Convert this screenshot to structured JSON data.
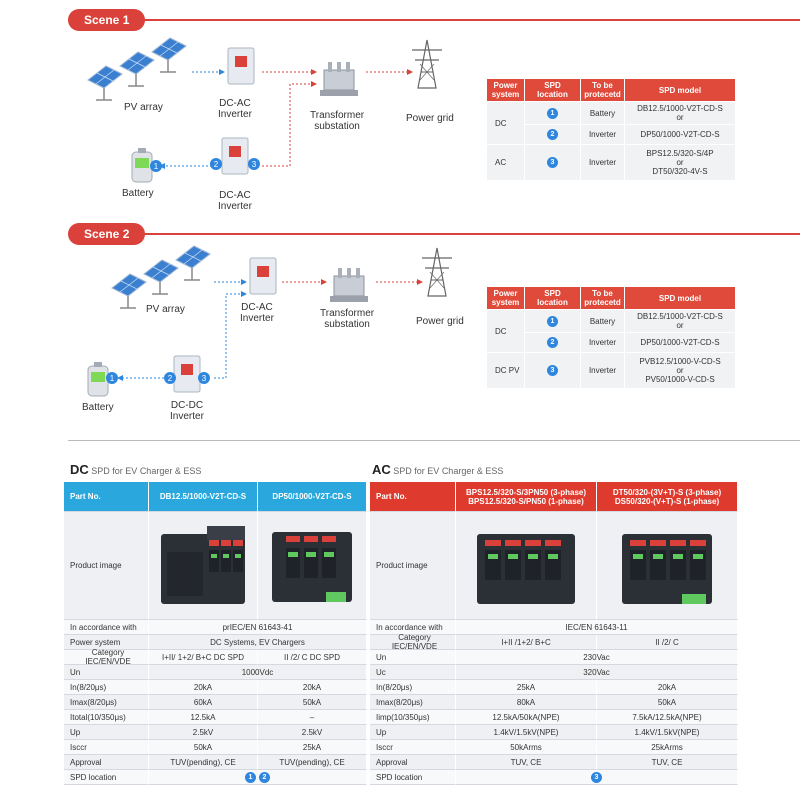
{
  "scene1": {
    "title": "Scene 1",
    "labels": {
      "pv": "PV array",
      "inverter": "DC-AC\nInverter",
      "transformer": "Transformer\nsubstation",
      "grid": "Power grid",
      "battery": "Battery",
      "inverter2": "DC-AC\nInverter"
    },
    "table": {
      "headers": [
        "Power system",
        "SPD location",
        "To be protecetd",
        "SPD model"
      ],
      "rows": [
        {
          "system": "DC",
          "loc": "1",
          "prot": "Battery",
          "model": "DB12.5/1000-V2T-CD-S\nor"
        },
        {
          "system": "",
          "loc": "2",
          "prot": "Inverter",
          "model": "DP50/1000-V2T-CD-S"
        },
        {
          "system": "AC",
          "loc": "3",
          "prot": "Inverter",
          "model": "BPS12.5/320-S/4P\nor\nDT50/320-4V-S"
        }
      ]
    }
  },
  "scene2": {
    "title": "Scene 2",
    "labels": {
      "pv": "PV array",
      "inverter": "DC-AC\nInverter",
      "transformer": "Transformer\nsubstation",
      "grid": "Power grid",
      "battery": "Battery",
      "inverter2": "DC-DC\nInverter"
    },
    "table": {
      "headers": [
        "Power system",
        "SPD location",
        "To be protecetd",
        "SPD model"
      ],
      "rows": [
        {
          "system": "DC",
          "loc": "1",
          "prot": "Battery",
          "model": "DB12.5/1000-V2T-CD-S\nor"
        },
        {
          "system": "",
          "loc": "2",
          "prot": "Inverter",
          "model": "DP50/1000-V2T-CD-S"
        },
        {
          "system": "DC PV",
          "loc": "3",
          "prot": "Inverter",
          "model": "PVB12.5/1000-V-CD-S\nor\nPV50/1000-V-CD-S"
        }
      ]
    }
  },
  "dc_section": {
    "title_main": "DC",
    "title_sub": "SPD for EV Charger & ESS",
    "part_no_label": "Part No.",
    "products": [
      "DB12.5/1000-V2T-CD-S",
      "DP50/1000-V2T-CD-S"
    ],
    "image_label": "Product image",
    "rows": [
      {
        "label": "In accordance with",
        "span": "prIEC/EN 61643-41"
      },
      {
        "label": "Power system",
        "span": "DC Systems, EV Chargers"
      },
      {
        "label": "Category IEC/EN/VDE",
        "a": "I+II/ 1+2/ B+C DC SPD",
        "b": "II /2/ C DC SPD"
      },
      {
        "label": "Un",
        "span": "1000Vdc"
      },
      {
        "label": "In(8/20μs)",
        "a": "20kA",
        "b": "20kA"
      },
      {
        "label": "Imax(8/20μs)",
        "a": "60kA",
        "b": "50kA"
      },
      {
        "label": "Itotal(10/350μs)",
        "a": "12.5kA",
        "b": "–"
      },
      {
        "label": "Up",
        "a": "2.5kV",
        "b": "2.5kV"
      },
      {
        "label": "Isccr",
        "a": "50kA",
        "b": "25kA"
      },
      {
        "label": "Approval",
        "a": "TUV(pending), CE",
        "b": "TUV(pending), CE"
      },
      {
        "label": "SPD location",
        "locs": [
          "1",
          "2"
        ]
      }
    ]
  },
  "ac_section": {
    "title_main": "AC",
    "title_sub": "SPD for EV Charger & ESS",
    "part_no_label": "Part No.",
    "products": [
      "BPS12.5/320-S/3PN50 (3-phase)\nBPS12.5/320-S/PN50 (1-phase)",
      "DT50/320-(3V+T)-S (3-phase)\nDS50/320-(V+T)-S (1-phase)"
    ],
    "image_label": "Product image",
    "rows": [
      {
        "label": "In accordance with",
        "span": "IEC/EN 61643-11"
      },
      {
        "label": "Category IEC/EN/VDE",
        "a": "I+II /1+2/ B+C",
        "b": "II /2/ C"
      },
      {
        "label": "Un",
        "span": "230Vac"
      },
      {
        "label": "Uc",
        "span": "320Vac"
      },
      {
        "label": "In(8/20μs)",
        "a": "25kA",
        "b": "20kA"
      },
      {
        "label": "Imax(8/20μs)",
        "a": "80kA",
        "b": "50kA"
      },
      {
        "label": "Iimp(10/350μs)",
        "a": "12.5kA/50kA(NPE)",
        "b": "7.5kA/12.5kA(NPE)"
      },
      {
        "label": "Up",
        "a": "1.4kV/1.5kV(NPE)",
        "b": "1.4kV/1.5kV(NPE)"
      },
      {
        "label": "Isccr",
        "a": "50kArms",
        "b": "25kArms"
      },
      {
        "label": "Approval",
        "a": "TUV, CE",
        "b": "TUV, CE"
      },
      {
        "label": "SPD location",
        "locs": [
          "3"
        ]
      }
    ]
  },
  "colors": {
    "accent_red": "#d9413a",
    "dc_blue": "#2aa8de",
    "badge_blue": "#2e86de"
  }
}
